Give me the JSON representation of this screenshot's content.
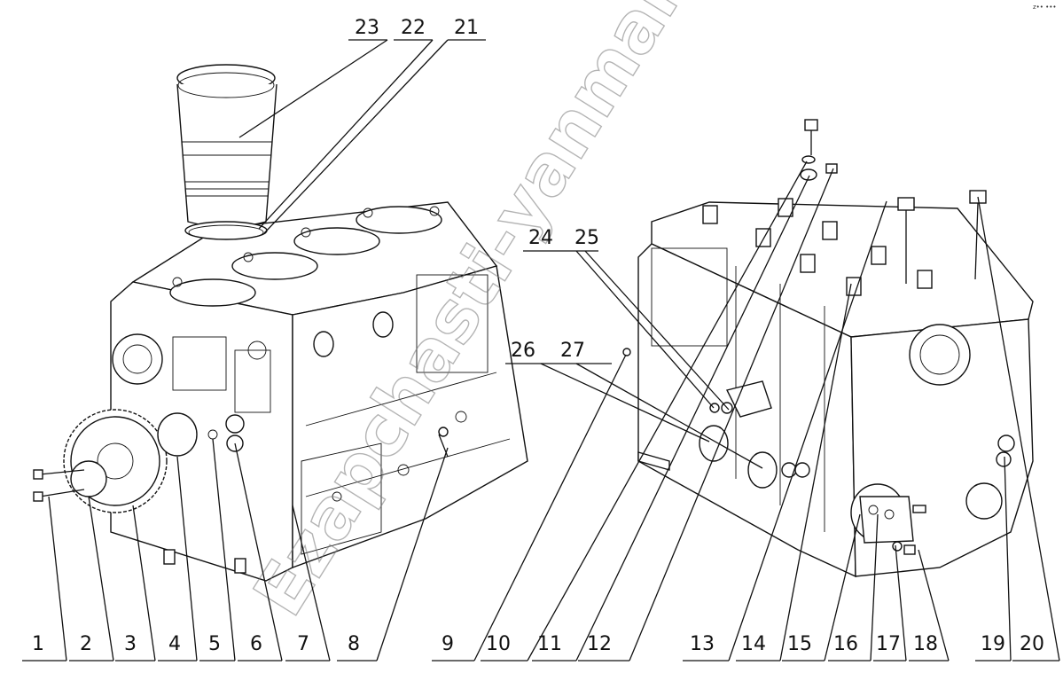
{
  "watermark": "Ezapchasti-yanmar.ru",
  "corner_mark": "z•• •••",
  "callouts": {
    "bottom": [
      "1",
      "2",
      "3",
      "4",
      "5",
      "6",
      "7",
      "8",
      "9",
      "10",
      "11",
      "12",
      "13",
      "14",
      "15",
      "16",
      "17",
      "18",
      "19",
      "20"
    ],
    "top": [
      "23",
      "22",
      "21"
    ],
    "mid": [
      "24",
      "25",
      "26",
      "27"
    ]
  }
}
